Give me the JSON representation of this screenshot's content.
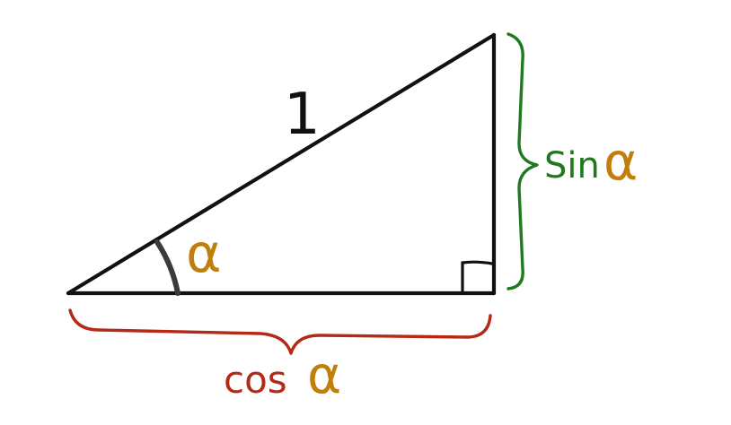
{
  "diagram": {
    "hypotenuse_label": "1",
    "angle_label": "α",
    "opposite_label": "Sin",
    "opposite_symbol": "α",
    "adjacent_label": "cos",
    "adjacent_symbol": "α"
  },
  "colors": {
    "triangle": "#111111",
    "angle": "#c07f0c",
    "sine": "#1f7a1f",
    "cosine": "#b32a16",
    "arc": "#3a3a3a"
  }
}
